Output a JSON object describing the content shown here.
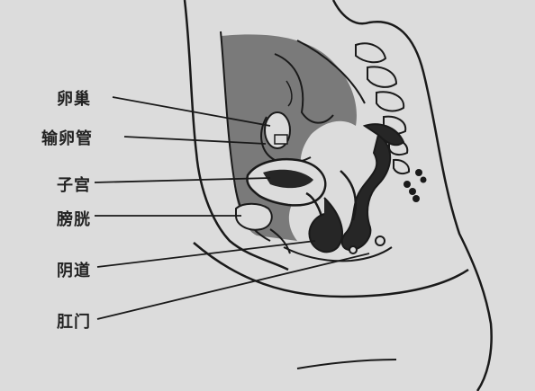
{
  "labels": {
    "ovary": "卵巢",
    "fallopian_tube": "输卵管",
    "uterus": "子宫",
    "bladder": "膀胱",
    "vagina": "阴道",
    "anus": "肛门"
  },
  "colors": {
    "background": "#dcdcdc",
    "line": "#1a1a1a",
    "abdomen_fill": "#7a7a7a",
    "dark_fill": "#262626"
  }
}
